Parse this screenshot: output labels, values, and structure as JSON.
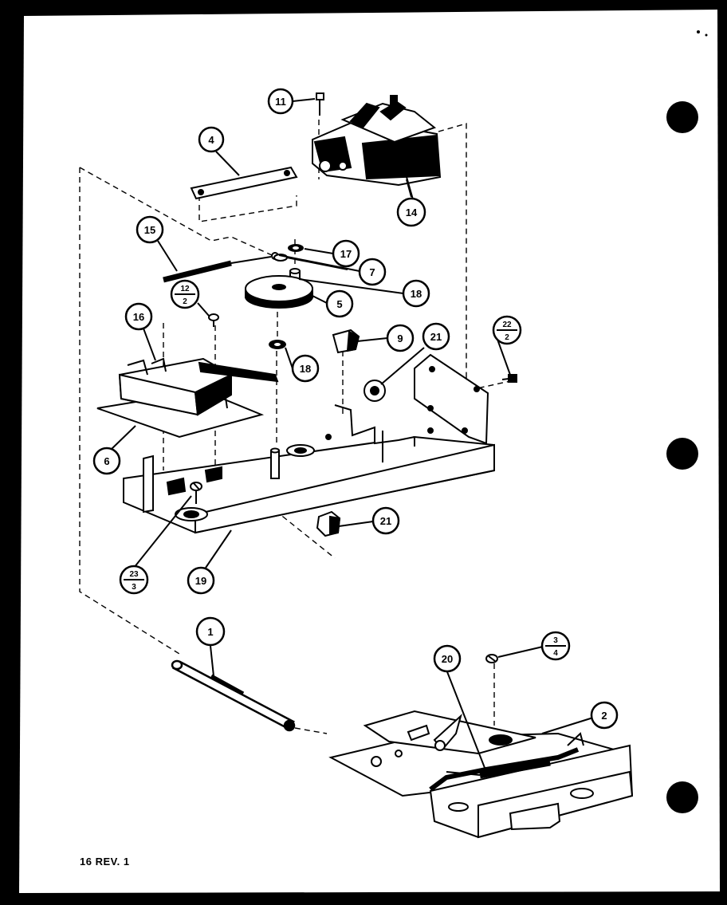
{
  "callouts": [
    {
      "id": "c11",
      "label": "11"
    },
    {
      "id": "c4",
      "label": "4"
    },
    {
      "id": "c14",
      "label": "14"
    },
    {
      "id": "c15",
      "label": "15"
    },
    {
      "id": "c17",
      "label": "17"
    },
    {
      "id": "c7",
      "label": "7"
    },
    {
      "id": "c18a",
      "label": "18"
    },
    {
      "id": "c5",
      "label": "5"
    },
    {
      "id": "c16",
      "label": "16"
    },
    {
      "id": "c18b",
      "label": "18"
    },
    {
      "id": "c9",
      "label": "9"
    },
    {
      "id": "c21a",
      "label": "21"
    },
    {
      "id": "c6",
      "label": "6"
    },
    {
      "id": "c21b",
      "label": "21"
    },
    {
      "id": "c19",
      "label": "19"
    },
    {
      "id": "c1",
      "label": "1"
    },
    {
      "id": "c20",
      "label": "20"
    },
    {
      "id": "c2",
      "label": "2"
    }
  ],
  "fraction_callouts": [
    {
      "id": "f12_2",
      "top": "12",
      "bottom": "2"
    },
    {
      "id": "f22_2",
      "top": "22",
      "bottom": "2"
    },
    {
      "id": "f23_3",
      "top": "23",
      "bottom": "3"
    },
    {
      "id": "f3_4",
      "top": "3",
      "bottom": "4"
    }
  ],
  "page_code": "16 REV. 1",
  "colors": {
    "paper": "#ffffff",
    "ink": "#000000",
    "frame": "#000000"
  }
}
